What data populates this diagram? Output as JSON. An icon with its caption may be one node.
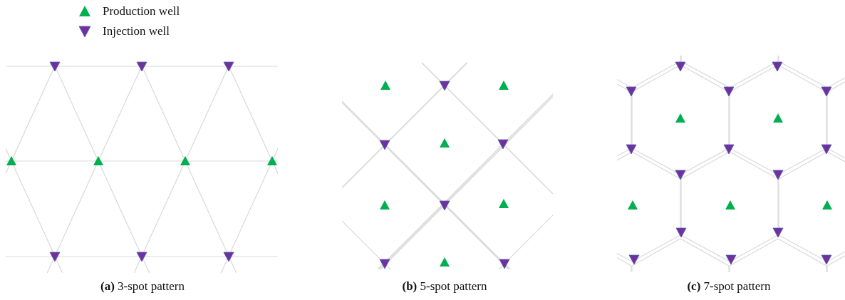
{
  "diagram": {
    "labels": [
      "**(a)** 3-spot pattern",
      "**(b)** 5-spot pattern",
      "**(c)** 7-spot pattern"
    ],
    "legend": [
      {
        "text": "Production well"
      },
      {
        "text": "Injection well"
      }
    ]
  }
}
